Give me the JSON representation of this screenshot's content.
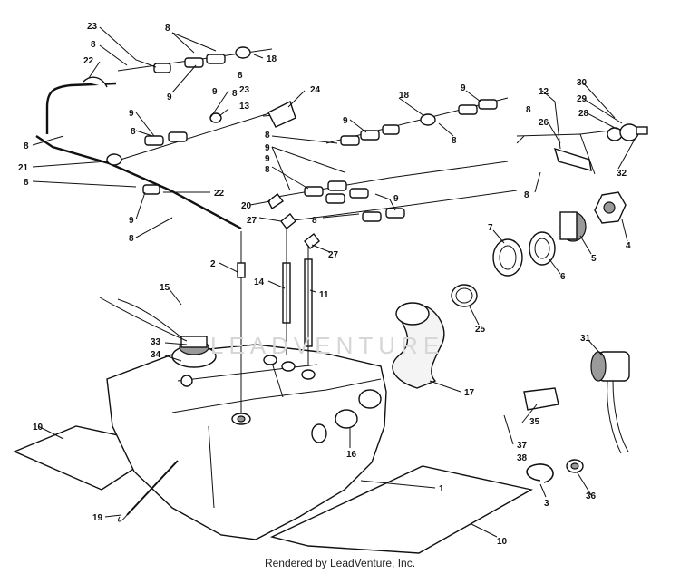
{
  "footer": {
    "credit": "Rendered by LeadVenture, Inc."
  },
  "watermark": {
    "text": "LEADVENTURE"
  },
  "callouts": [
    {
      "id": "c23a",
      "text": "23"
    },
    {
      "id": "c8a",
      "text": "8"
    },
    {
      "id": "c22a",
      "text": "22"
    },
    {
      "id": "c8b",
      "text": "8"
    },
    {
      "id": "c9a",
      "text": "9"
    },
    {
      "id": "c8c",
      "text": "8"
    },
    {
      "id": "c18a",
      "text": "18"
    },
    {
      "id": "c8d",
      "text": "8"
    },
    {
      "id": "c9b",
      "text": "9"
    },
    {
      "id": "c23b",
      "text": "23"
    },
    {
      "id": "c13",
      "text": "13"
    },
    {
      "id": "c24",
      "text": "24"
    },
    {
      "id": "c9c",
      "text": "9"
    },
    {
      "id": "c8e",
      "text": "8"
    },
    {
      "id": "c8f",
      "text": "8"
    },
    {
      "id": "c21",
      "text": "21"
    },
    {
      "id": "c8g",
      "text": "8"
    },
    {
      "id": "c9d",
      "text": "9"
    },
    {
      "id": "c8h",
      "text": "8"
    },
    {
      "id": "c22b",
      "text": "22"
    },
    {
      "id": "c18b",
      "text": "18"
    },
    {
      "id": "c9e",
      "text": "9"
    },
    {
      "id": "c9f",
      "text": "9"
    },
    {
      "id": "c8i",
      "text": "8"
    },
    {
      "id": "c8j",
      "text": "8"
    },
    {
      "id": "c9g",
      "text": "9"
    },
    {
      "id": "c9h",
      "text": "9"
    },
    {
      "id": "c8k",
      "text": "8"
    },
    {
      "id": "c20",
      "text": "20"
    },
    {
      "id": "c27a",
      "text": "27"
    },
    {
      "id": "c8l",
      "text": "8"
    },
    {
      "id": "c9i",
      "text": "9"
    },
    {
      "id": "c27b",
      "text": "27"
    },
    {
      "id": "c12",
      "text": "12"
    },
    {
      "id": "c8m",
      "text": "8"
    },
    {
      "id": "c26",
      "text": "26"
    },
    {
      "id": "c8n",
      "text": "8"
    },
    {
      "id": "c30",
      "text": "30"
    },
    {
      "id": "c29",
      "text": "29"
    },
    {
      "id": "c28",
      "text": "28"
    },
    {
      "id": "c32",
      "text": "32"
    },
    {
      "id": "c7",
      "text": "7"
    },
    {
      "id": "c4",
      "text": "4"
    },
    {
      "id": "c5",
      "text": "5"
    },
    {
      "id": "c6",
      "text": "6"
    },
    {
      "id": "c2",
      "text": "2"
    },
    {
      "id": "c14",
      "text": "14"
    },
    {
      "id": "c11",
      "text": "11"
    },
    {
      "id": "c15",
      "text": "15"
    },
    {
      "id": "c25",
      "text": "25"
    },
    {
      "id": "c33",
      "text": "33"
    },
    {
      "id": "c34",
      "text": "34"
    },
    {
      "id": "c31",
      "text": "31"
    },
    {
      "id": "c17",
      "text": "17"
    },
    {
      "id": "c10a",
      "text": "10"
    },
    {
      "id": "c35",
      "text": "35"
    },
    {
      "id": "c16",
      "text": "16"
    },
    {
      "id": "c37",
      "text": "37"
    },
    {
      "id": "c38",
      "text": "38"
    },
    {
      "id": "c1",
      "text": "1"
    },
    {
      "id": "c36",
      "text": "36"
    },
    {
      "id": "c3",
      "text": "3"
    },
    {
      "id": "c19",
      "text": "19"
    },
    {
      "id": "c10b",
      "text": "10"
    }
  ]
}
